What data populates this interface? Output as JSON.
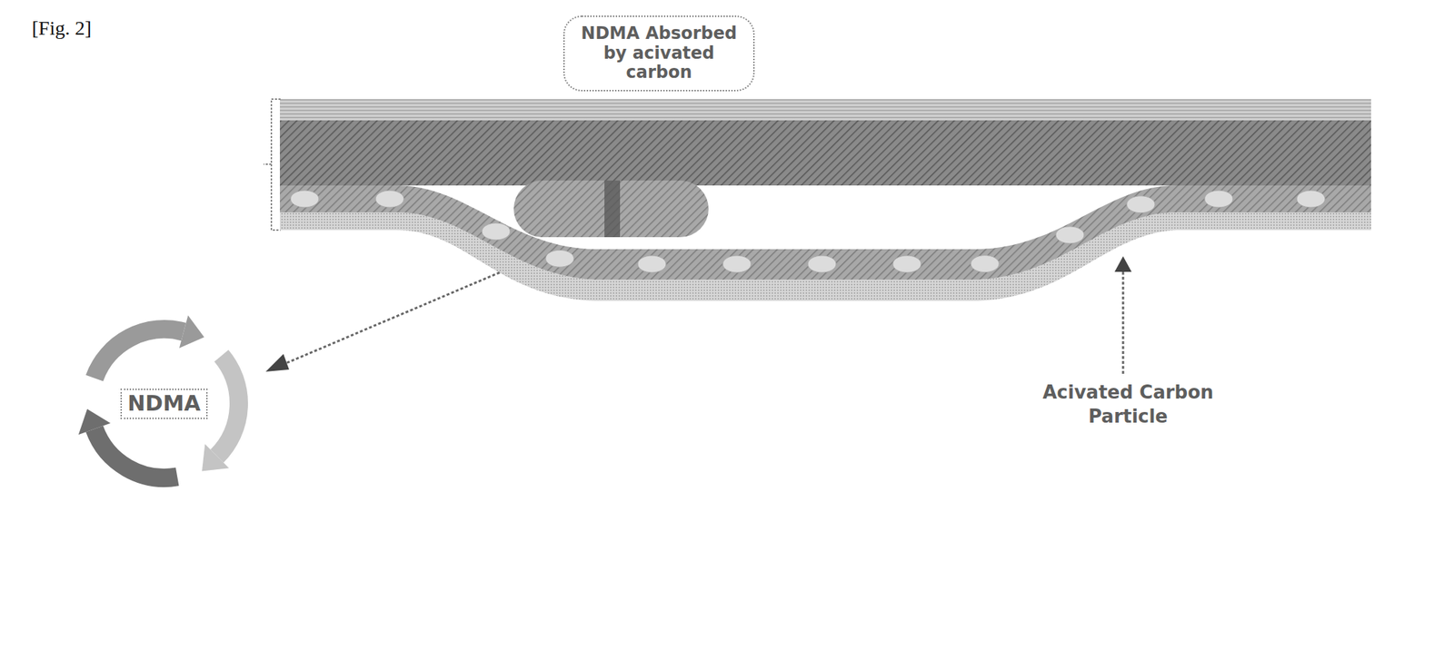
{
  "diagram": {
    "nodes": [
      {
        "text": [
          "NDMA Absorbed by acivated carbon"
        ]
      },
      {
        "text": [
          "NDMA"
        ]
      }
    ],
    "labels": [
      "[Fig. 2]",
      "Acivated Carbon Particle"
    ]
  }
}
